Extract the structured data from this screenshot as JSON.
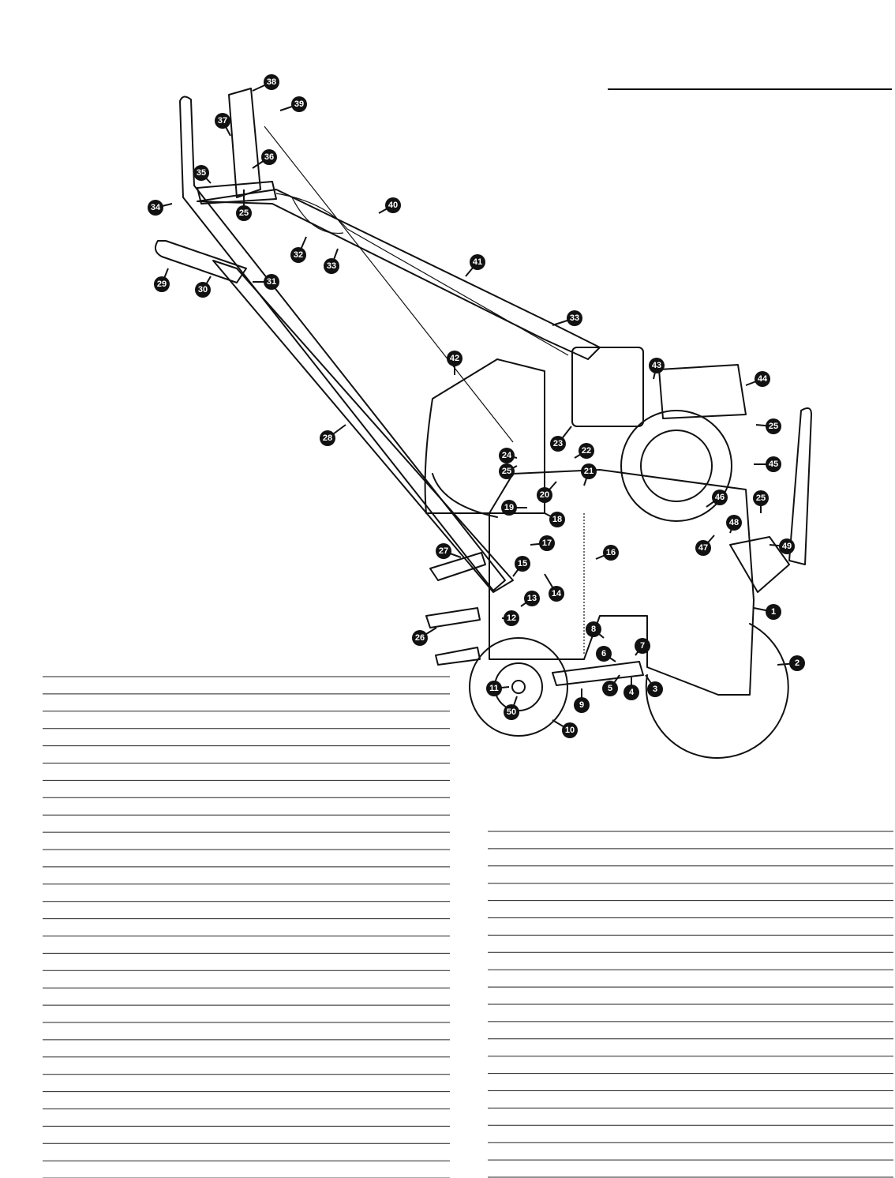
{
  "diagram": {
    "callouts": [
      "1",
      "2",
      "3",
      "4",
      "5",
      "6",
      "7",
      "8",
      "9",
      "10",
      "11",
      "12",
      "13",
      "14",
      "15",
      "16",
      "17",
      "18",
      "19",
      "20",
      "21",
      "22",
      "23",
      "24",
      "25",
      "26",
      "27",
      "28",
      "29",
      "30",
      "31",
      "32",
      "33",
      "34",
      "35",
      "36",
      "37",
      "38",
      "39",
      "40",
      "41",
      "42",
      "43",
      "44",
      "45",
      "46",
      "47",
      "48",
      "49",
      "50"
    ]
  },
  "parts_list_left": {
    "rows": 30
  },
  "parts_list_right": {
    "rows": 21
  }
}
